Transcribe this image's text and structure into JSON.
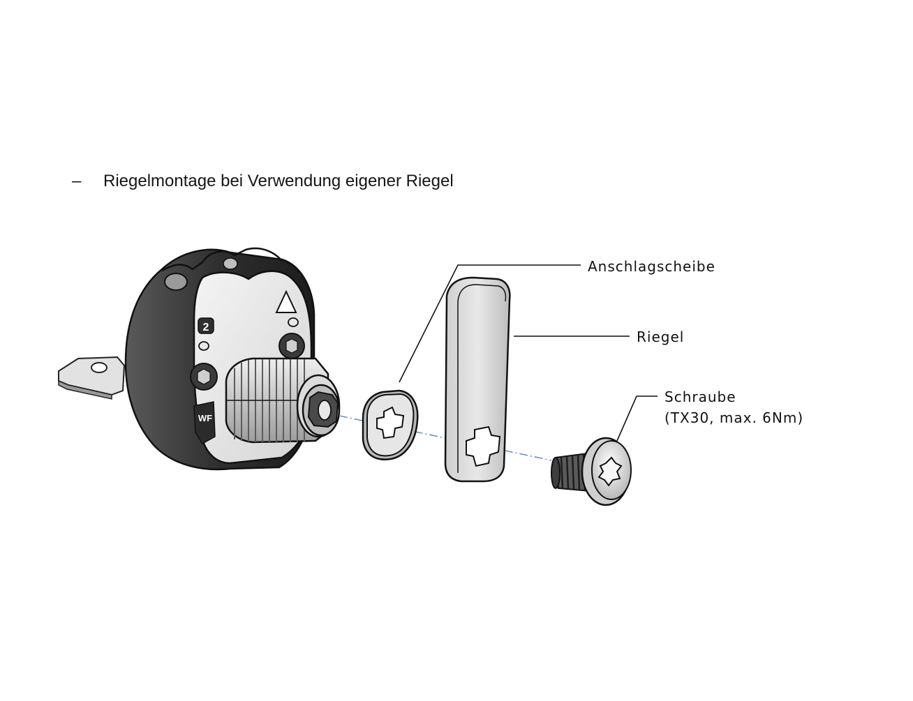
{
  "heading": {
    "bullet": "–",
    "text": "Riegelmontage bei Verwendung eigener Riegel"
  },
  "callouts": {
    "stop_washer": "Anschlagscheibe",
    "bolt": "Riegel",
    "screw_line1": "Schraube",
    "screw_line2": "(TX30, max. 6Nm)"
  },
  "lock_markings": {
    "position_number": "2",
    "brand_badge": "WF"
  },
  "colors": {
    "housing_dark": "#3a3a3a",
    "metal_light": "#d8d8d8",
    "line": "#222222",
    "axis": "#6d8fc4"
  }
}
